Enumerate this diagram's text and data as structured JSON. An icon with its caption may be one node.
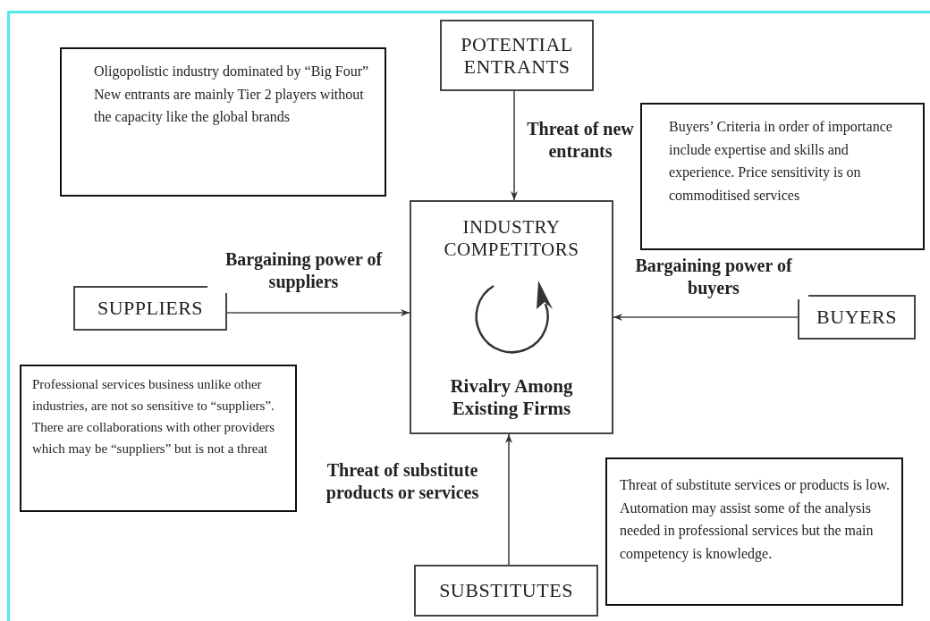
{
  "diagram": {
    "nodes": [
      {
        "text": [
          "POTENTIAL ENTRANTS"
        ]
      },
      {
        "text": [
          "INDUSTRY COMPETITORS",
          "Rivalry Among Existing Firms"
        ]
      },
      {
        "text": [
          "SUPPLIERS"
        ]
      },
      {
        "text": [
          "BUYERS"
        ]
      },
      {
        "text": [
          "SUBSTITUTES"
        ]
      },
      {
        "text": [
          "Oligopolistic industry dominated by “Big Four”",
          "New entrants are mainly Tier 2 players without the capacity like the global brands"
        ]
      },
      {
        "text": [
          "Buyers’ Criteria in order of importance include expertise and skills and experience. Price sensitivity is on commoditised services"
        ]
      },
      {
        "text": [
          "Professional services business unlike other industries, are not so sensitive to “suppliers”.",
          "There are collaborations with other providers which may be “suppliers” but is not a threat"
        ]
      },
      {
        "text": [
          "Threat of substitute services or products is low. Automation may assist some of the analysis needed in professional services but the main competency is knowledge."
        ]
      }
    ],
    "edges": [
      {
        "from": 0,
        "to": 1,
        "arrow": "to",
        "label": "Threat of new entrants"
      },
      {
        "from": 2,
        "to": 1,
        "arrow": "to",
        "label": "Bargaining power of suppliers"
      },
      {
        "from": 3,
        "to": 1,
        "arrow": "to",
        "label": "Bargaining power of buyers"
      },
      {
        "from": 4,
        "to": 1,
        "arrow": "to",
        "label": "Threat of substitute products or services"
      }
    ]
  }
}
